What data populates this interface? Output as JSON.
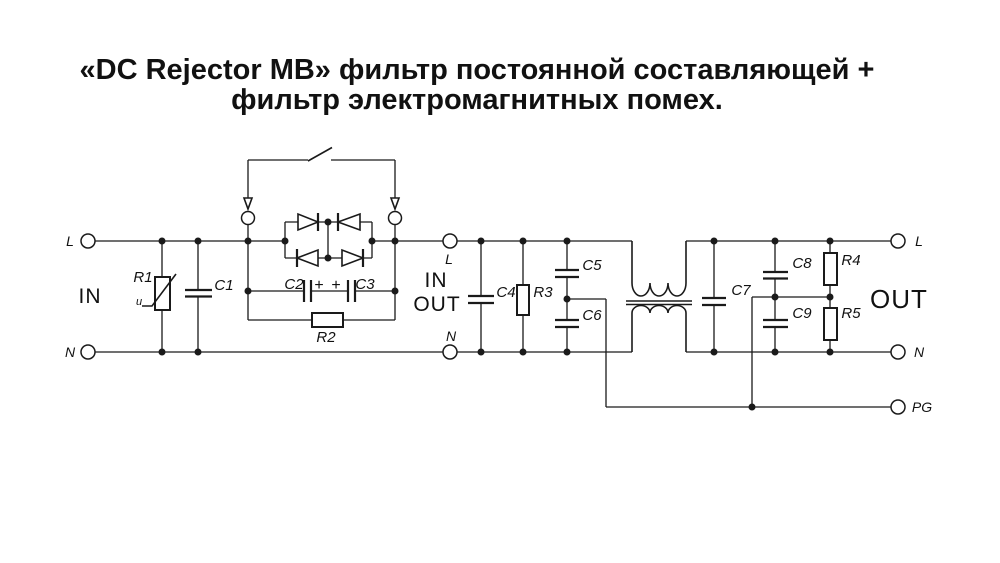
{
  "title": {
    "line1": "«DC Rejector MB» фильтр постоянной составляющей +",
    "line2": "фильтр электромагнитных помех."
  },
  "sections": {
    "input": {
      "label": "IN",
      "terminal_l": "L",
      "terminal_n": "N"
    },
    "interstage": {
      "label_in": "IN",
      "label_out": "OUT",
      "terminal_l": "L",
      "terminal_n": "N"
    },
    "output": {
      "label": "OUT",
      "terminal_l": "L",
      "terminal_n": "N",
      "terminal_pg": "PG"
    }
  },
  "components": {
    "r1": "R1",
    "r1_u": "u",
    "c1": "C1",
    "c2": "C2",
    "c2_plus": "+",
    "c3_plus": "+",
    "c3": "C3",
    "r2": "R2",
    "c4": "C4",
    "r3": "R3",
    "c5": "C5",
    "c6": "C6",
    "c7": "C7",
    "c8": "C8",
    "c9": "C9",
    "r4": "R4",
    "r5": "R5"
  },
  "colors": {
    "background": "#ffffff",
    "line": "#1a1a1a",
    "text": "#111111"
  }
}
